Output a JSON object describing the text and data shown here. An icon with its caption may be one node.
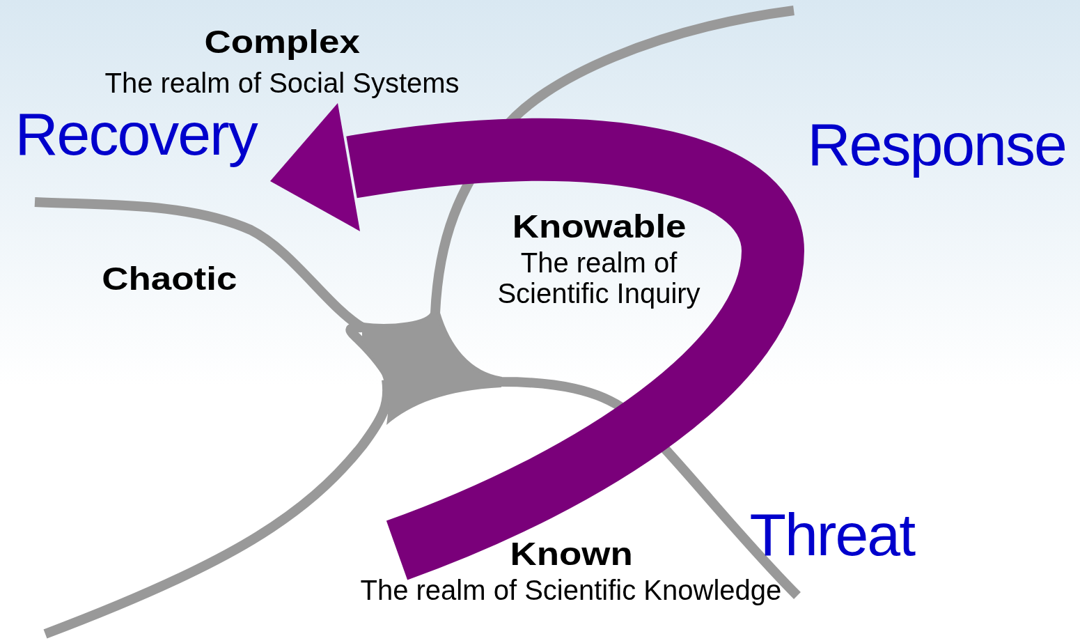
{
  "diagram": {
    "labels": [
      "Complex",
      "The realm of Social Systems",
      "Recovery",
      "Knowable",
      "The realm of Scientific Inquiry",
      "Response",
      "Chaotic",
      "Known",
      "The realm of Scientific Knowledge",
      "Threat"
    ]
  }
}
